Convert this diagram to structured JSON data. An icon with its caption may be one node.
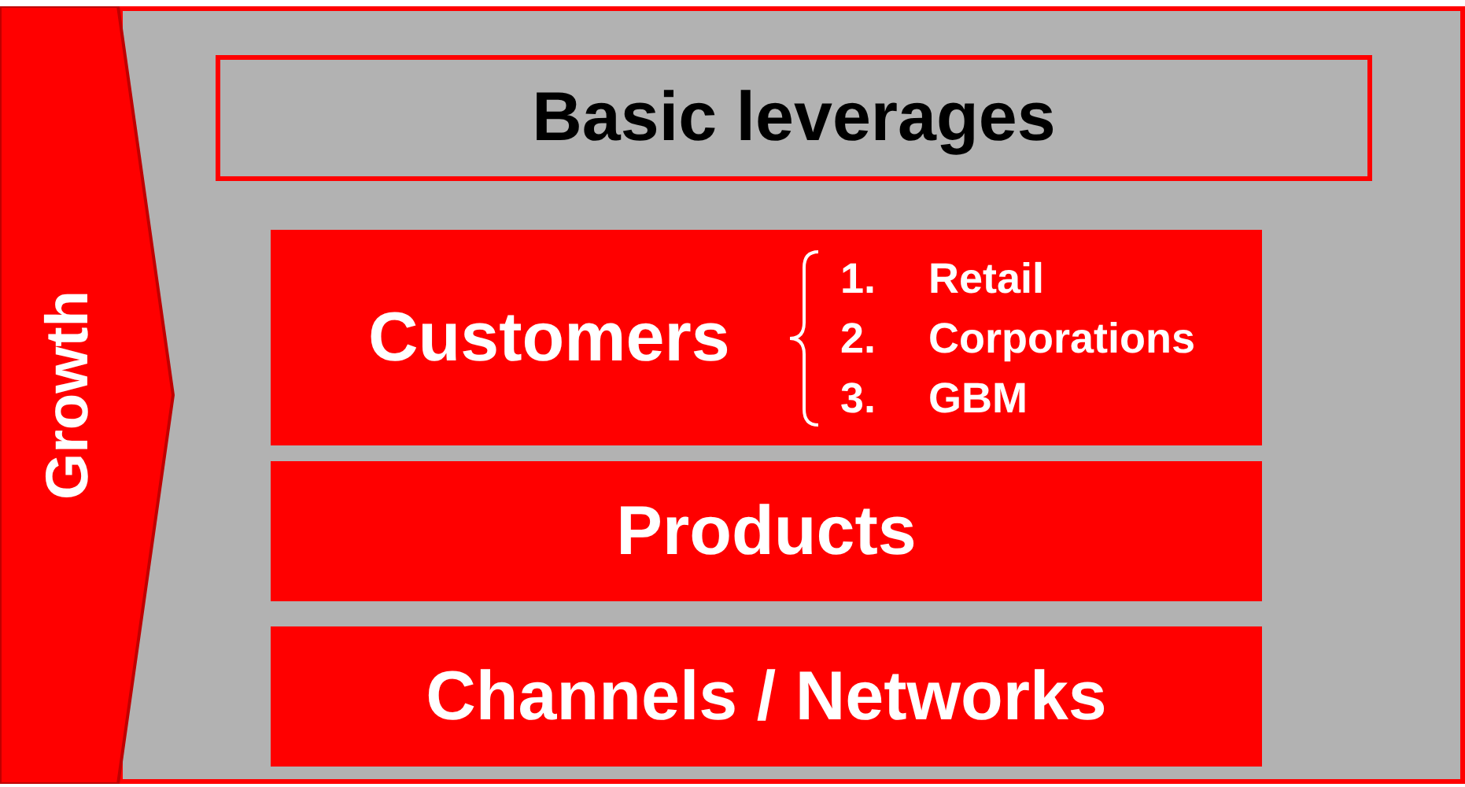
{
  "diagram": {
    "nodes": [
      {
        "text": [
          "Growth"
        ]
      },
      {
        "text": [
          "Basic leverages"
        ]
      },
      {
        "text": [
          "Customers",
          "1. Retail",
          "2. Corporations",
          "3. GBM"
        ]
      },
      {
        "text": [
          "Products"
        ]
      },
      {
        "text": [
          "Channels / Networks"
        ]
      }
    ]
  }
}
